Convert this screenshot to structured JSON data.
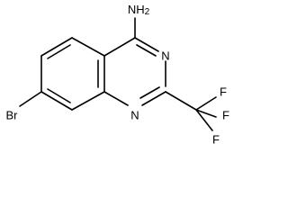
{
  "molecule": {
    "labels": {
      "amine": "NH2",
      "n3": "N",
      "n1": "N",
      "bromine": "Br",
      "f_top": "F",
      "f_right": "F",
      "f_bottom": "F"
    }
  },
  "colors": {
    "bond": "#000000",
    "text": "#000000",
    "background": "#ffffff"
  }
}
